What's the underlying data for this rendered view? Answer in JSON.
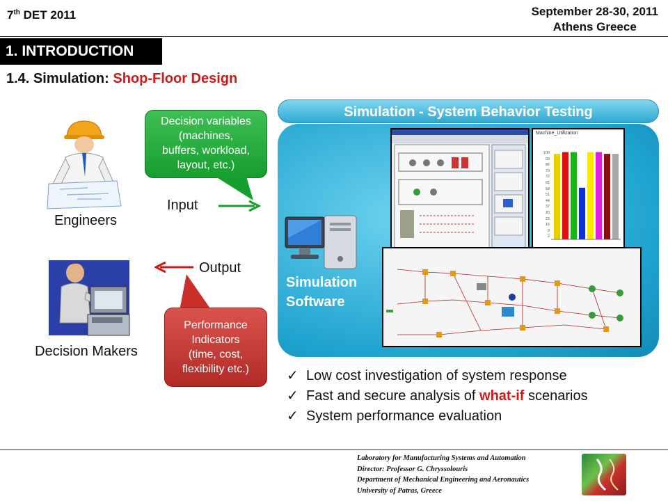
{
  "header": {
    "event_num": "7",
    "event_sup": "th",
    "event_name": " DET 2011",
    "date": "September 28-30, 2011",
    "location": "Athens Greece"
  },
  "section": "1. INTRODUCTION",
  "subtitle": {
    "prefix": "1.4. Simulation: ",
    "highlight": "Shop-Floor Design"
  },
  "left": {
    "engineers": "Engineers",
    "decision_makers": "Decision Makers",
    "input": "Input",
    "output": "Output",
    "decision_vars": [
      "Decision variables",
      "(machines,",
      "buffers, workload,",
      "layout, etc.)"
    ],
    "perf_indicators": [
      "Performance",
      "Indicators",
      "(time, cost,",
      "flexibility etc.)"
    ]
  },
  "sim": {
    "title": "Simulation - System Behavior Testing",
    "software_line1": "Simulation",
    "software_line2": "Software",
    "chart_title": "Machine_Utilization",
    "chart_ticks": [
      "100",
      "93",
      "86",
      "79",
      "72",
      "65",
      "58",
      "51",
      "44",
      "37",
      "30",
      "23",
      "16",
      "9",
      "2"
    ]
  },
  "chart_data": {
    "type": "bar",
    "title": "Machine_Utilization",
    "ylim": [
      0,
      100
    ],
    "values": [
      96,
      98,
      98,
      58,
      98,
      98,
      96,
      96
    ],
    "colors": [
      "#e8d000",
      "#e01010",
      "#18b418",
      "#1030d8",
      "#ffe800",
      "#e020e0",
      "#8a0d0d",
      "#a8a8a8"
    ]
  },
  "bullets": {
    "mark": "✓",
    "b1": "Low cost investigation of system response",
    "b2_pre": "Fast and secure analysis of ",
    "b2_red": "what-if",
    "b2_post": " scenarios",
    "b3": "System performance evaluation"
  },
  "footer": {
    "l1": "Laboratory for Manufacturing Systems and Automation",
    "l2": "Director: Professor G. Chryssolouris",
    "l3": "Department of Mechanical Engineering and Aeronautics",
    "l4": "University of Patras, Greece"
  },
  "colors": {
    "accent_red": "#cc1a1a",
    "panel_blue": "#1fa3cf",
    "bubble_green": "#169e2e",
    "bubble_red": "#b12a26"
  }
}
